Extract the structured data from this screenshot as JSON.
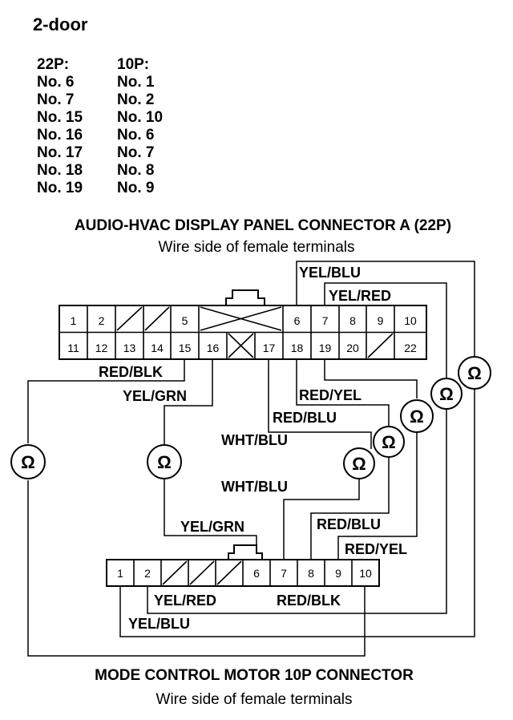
{
  "page": {
    "section_title": "2-door"
  },
  "pin_table": {
    "col_22p_header": "22P:",
    "col_10p_header": "10P:",
    "rows": [
      {
        "p22": "No. 6",
        "p10": "No. 1"
      },
      {
        "p22": "No. 7",
        "p10": "No. 2"
      },
      {
        "p22": "No. 15",
        "p10": "No. 10"
      },
      {
        "p22": "No. 16",
        "p10": "No. 6"
      },
      {
        "p22": "No. 17",
        "p10": "No. 7"
      },
      {
        "p22": "No. 18",
        "p10": "No. 8"
      },
      {
        "p22": "No. 19",
        "p10": "No. 9"
      }
    ]
  },
  "connector_a": {
    "title": "AUDIO-HVAC DISPLAY PANEL CONNECTOR A (22P)",
    "subtitle": "Wire side of female terminals",
    "top_row": [
      "1",
      "2",
      "",
      "",
      "5",
      "",
      "",
      "",
      "6",
      "7",
      "8",
      "9",
      "10"
    ],
    "bottom_row": [
      "11",
      "12",
      "13",
      "14",
      "15",
      "16",
      "",
      "17",
      "18",
      "19",
      "20",
      "",
      "22"
    ]
  },
  "connector_b": {
    "title": "MODE CONTROL MOTOR 10P CONNECTOR",
    "subtitle": "Wire side of female terminals",
    "cells": [
      "1",
      "2",
      "",
      "",
      "",
      "6",
      "7",
      "8",
      "9",
      "10"
    ]
  },
  "meter_symbol": "Ω",
  "wire_labels": {
    "yel_blu_top": "YEL/BLU",
    "yel_red_top": "YEL/RED",
    "red_blk_top": "RED/BLK",
    "yel_grn_top": "YEL/GRN",
    "red_yel_top": "RED/YEL",
    "red_blu_top": "RED/BLU",
    "wht_blu_top": "WHT/BLU",
    "wht_blu_bottom": "WHT/BLU",
    "yel_grn_bottom": "YEL/GRN",
    "red_blu_bottom": "RED/BLU",
    "red_yel_bottom": "RED/YEL",
    "yel_red_bottom": "YEL/RED",
    "red_blk_bottom": "RED/BLK",
    "yel_blu_bottom": "YEL/BLU"
  }
}
